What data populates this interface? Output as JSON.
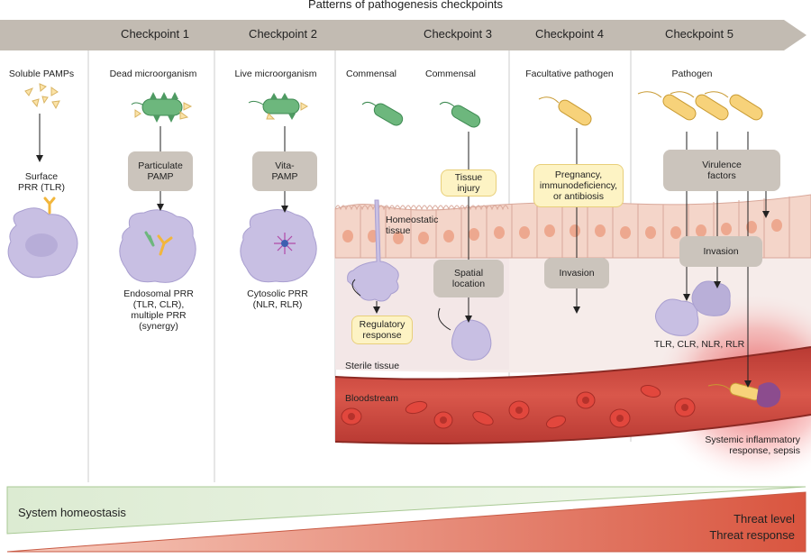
{
  "title": "Patterns of pathogenesis checkpoints",
  "checkpoints": [
    "Checkpoint 1",
    "Checkpoint 2",
    "Checkpoint 3",
    "Checkpoint 4",
    "Checkpoint 5"
  ],
  "columns": {
    "soluble": "Soluble PAMPs",
    "dead": "Dead microorganism",
    "live": "Live microorganism",
    "commensal_a": "Commensal",
    "commensal_b": "Commensal",
    "facultative": "Facultative pathogen",
    "pathogen": "Pathogen"
  },
  "labels": {
    "surface_prr": "Surface\nPRR (TLR)",
    "endosomal_prr": "Endosomal PRR\n(TLR, CLR),\nmultiple PRR\n(synergy)",
    "cytosolic_prr": "Cytosolic PRR\n(NLR, RLR)",
    "homeostatic_tissue": "Homeostatic\ntissue",
    "sterile_tissue": "Sterile tissue",
    "bloodstream": "Bloodstream",
    "receptors": "TLR, CLR, NLR, RLR",
    "systemic": "Systemic inflammatory\nresponse, sepsis"
  },
  "boxes": {
    "particulate_pamp": "Particulate\nPAMP",
    "vita_pamp": "Vita-\nPAMP",
    "tissue_injury": "Tissue\ninjury",
    "spatial_location": "Spatial\nlocation",
    "regulatory_response": "Regulatory\nresponse",
    "pregnancy": "Pregnancy,\nimmunodeficiency,\nor antibiosis",
    "invasion_4": "Invasion",
    "virulence_factors": "Virulence\nfactors",
    "invasion_5": "Invasion"
  },
  "bottom": {
    "homeostasis": "System homeostasis",
    "threat_level": "Threat level",
    "threat_response": "Threat response"
  },
  "colors": {
    "arrow": "#c2bbb2",
    "green_bug": "#6db77d",
    "yellow_bug": "#f7d27a",
    "immune_cell": "#c8bfe3",
    "epithelium": "#f6d6cc",
    "blood_vessel": "#c9443b",
    "rbc": "#d8453c",
    "homeostasis_band": "#e1efd9",
    "threat_band": "#e27b63"
  }
}
